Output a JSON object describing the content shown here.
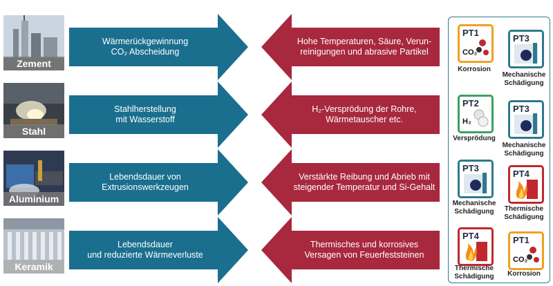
{
  "rows": [
    {
      "industry": "Zement",
      "left_text": [
        "Wärmerückgewinnung",
        "CO₂ Abscheidung"
      ],
      "right_text": [
        "Hohe Temperaturen, Säure, Verun-",
        "reinigungen und abrasive Partikel"
      ]
    },
    {
      "industry": "Stahl",
      "left_text": [
        "Stahlherstellung",
        "mit Wasserstoff"
      ],
      "right_text": [
        "H₂-Versprödung der Rohre,",
        "Wärmetauscher etc."
      ]
    },
    {
      "industry": "Aluminium",
      "left_text": [
        "Lebendsdauer von",
        "Extrusionswerkzeugen"
      ],
      "right_text": [
        "Verstärkte Reibung und Abrieb mit",
        "steigender Temperatur und Si-Gehalt"
      ]
    },
    {
      "industry": "Keramik",
      "left_text": [
        "Lebendsdauer",
        "und reduzierte Wärmeverluste"
      ],
      "right_text": [
        "Thermisches und korrosives",
        "Versagen von Feuerfeststeinen"
      ]
    }
  ],
  "panel": {
    "badges": [
      {
        "code": "PT1",
        "sub": "CO₂",
        "caption": "Korrosion"
      },
      {
        "code": "PT3",
        "caption": "Mechanische Schädigung"
      },
      {
        "code": "PT2",
        "sub": "H₂",
        "caption": "Versprödung"
      },
      {
        "code": "PT3",
        "caption": "Mechanische Schädigung"
      },
      {
        "code": "PT3",
        "caption": "Mechanische Schädigung"
      },
      {
        "code": "PT4",
        "caption": "Thermische Schädigung"
      },
      {
        "code": "PT4",
        "caption": "Thermische Schädigung"
      },
      {
        "code": "PT1",
        "sub": "CO₂",
        "caption": "Korrosion"
      }
    ]
  },
  "colors": {
    "blue_arrow": "#1a6f8e",
    "red_arrow": "#a8283e",
    "panel_border": "#2e7a8c"
  }
}
